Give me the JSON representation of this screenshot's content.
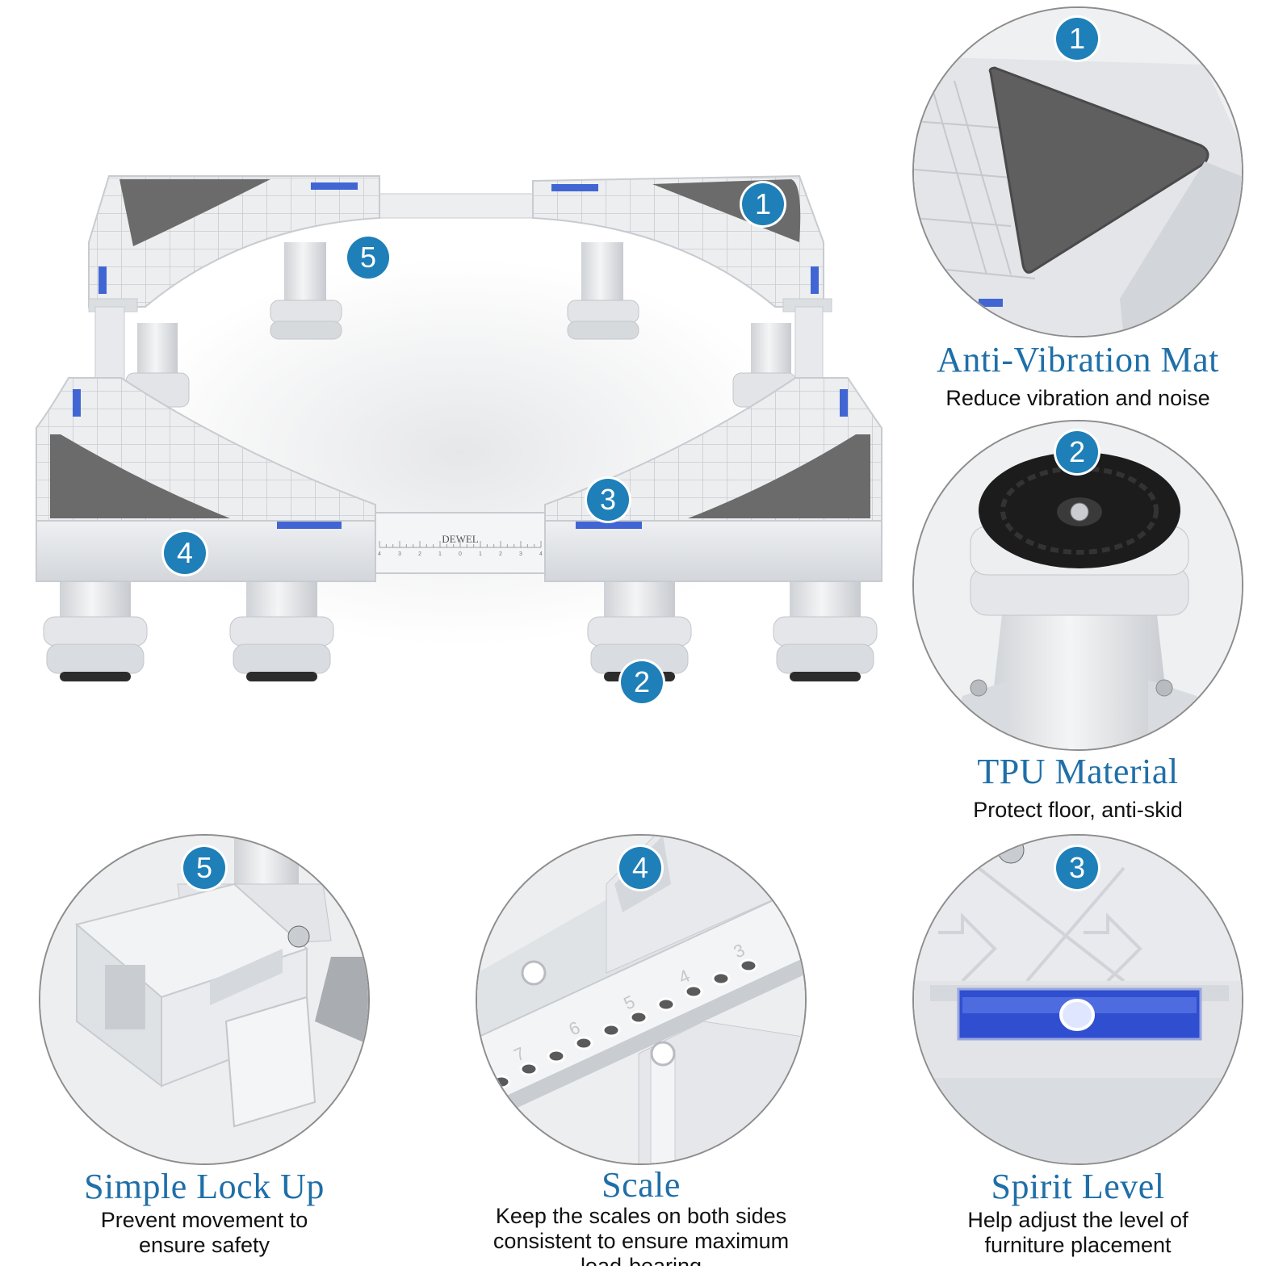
{
  "brand": "DEWEL",
  "scale_numbers": [
    "4",
    "3",
    "2",
    "1",
    "0",
    "1",
    "2",
    "3",
    "4"
  ],
  "detail_scale_numbers": [
    "7",
    "6",
    "5",
    "4",
    "3"
  ],
  "main_badges": [
    "1",
    "5",
    "3",
    "4",
    "2"
  ],
  "features": {
    "anti_vibration": {
      "badge": "1",
      "title": "Anti-Vibration Mat",
      "desc": "Reduce vibration and noise"
    },
    "tpu": {
      "badge": "2",
      "title": "TPU Material",
      "desc": "Protect floor, anti-skid"
    },
    "lock": {
      "badge": "5",
      "title": "Simple Lock Up",
      "desc": "Prevent movement to ensure safety"
    },
    "scale": {
      "badge": "4",
      "title": "Scale",
      "desc": "Keep the scales on both sides consistent to ensure maximum load-bearing"
    },
    "level": {
      "badge": "3",
      "title": "Spirit Level",
      "desc": "Help adjust the level of furniture placement"
    }
  },
  "colors": {
    "accent": "#1f7fb8",
    "title": "#1f6fa8",
    "plastic": "#e9eaec",
    "mat": "#6b6b6b",
    "level": "#3b5fd6"
  }
}
